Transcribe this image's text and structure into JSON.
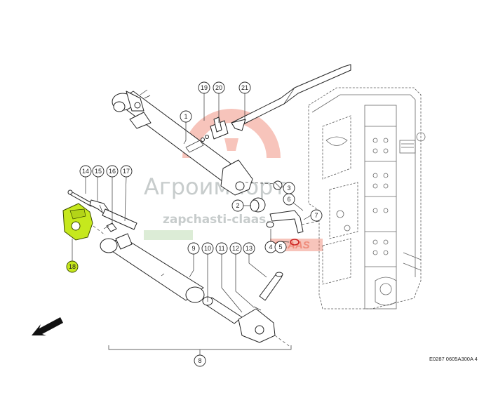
{
  "diagram": {
    "reference_code": "E0287 0605A300A 4",
    "highlight_color": "#c6e81d",
    "callouts": [
      {
        "id": "1",
        "label": "1"
      },
      {
        "id": "2",
        "label": "2"
      },
      {
        "id": "3",
        "label": "3"
      },
      {
        "id": "4",
        "label": "4"
      },
      {
        "id": "5",
        "label": "5"
      },
      {
        "id": "6",
        "label": "6"
      },
      {
        "id": "7",
        "label": "7"
      },
      {
        "id": "8",
        "label": "8"
      },
      {
        "id": "9",
        "label": "9"
      },
      {
        "id": "10",
        "label": "10"
      },
      {
        "id": "11",
        "label": "11"
      },
      {
        "id": "12",
        "label": "12"
      },
      {
        "id": "13",
        "label": "13"
      },
      {
        "id": "14",
        "label": "14"
      },
      {
        "id": "15",
        "label": "15"
      },
      {
        "id": "16",
        "label": "16"
      },
      {
        "id": "17",
        "label": "17"
      },
      {
        "id": "18",
        "label": "18",
        "highlighted": true
      },
      {
        "id": "19",
        "label": "19"
      },
      {
        "id": "20",
        "label": "20"
      },
      {
        "id": "21",
        "label": "21"
      }
    ]
  },
  "watermark": {
    "brand": "Агроимпорт",
    "site": "zapchasti-claas.",
    "logo_text": "CLAAS",
    "brand_color": "#e8553c"
  },
  "icons": {
    "direction_arrow": "arrow-icon"
  }
}
